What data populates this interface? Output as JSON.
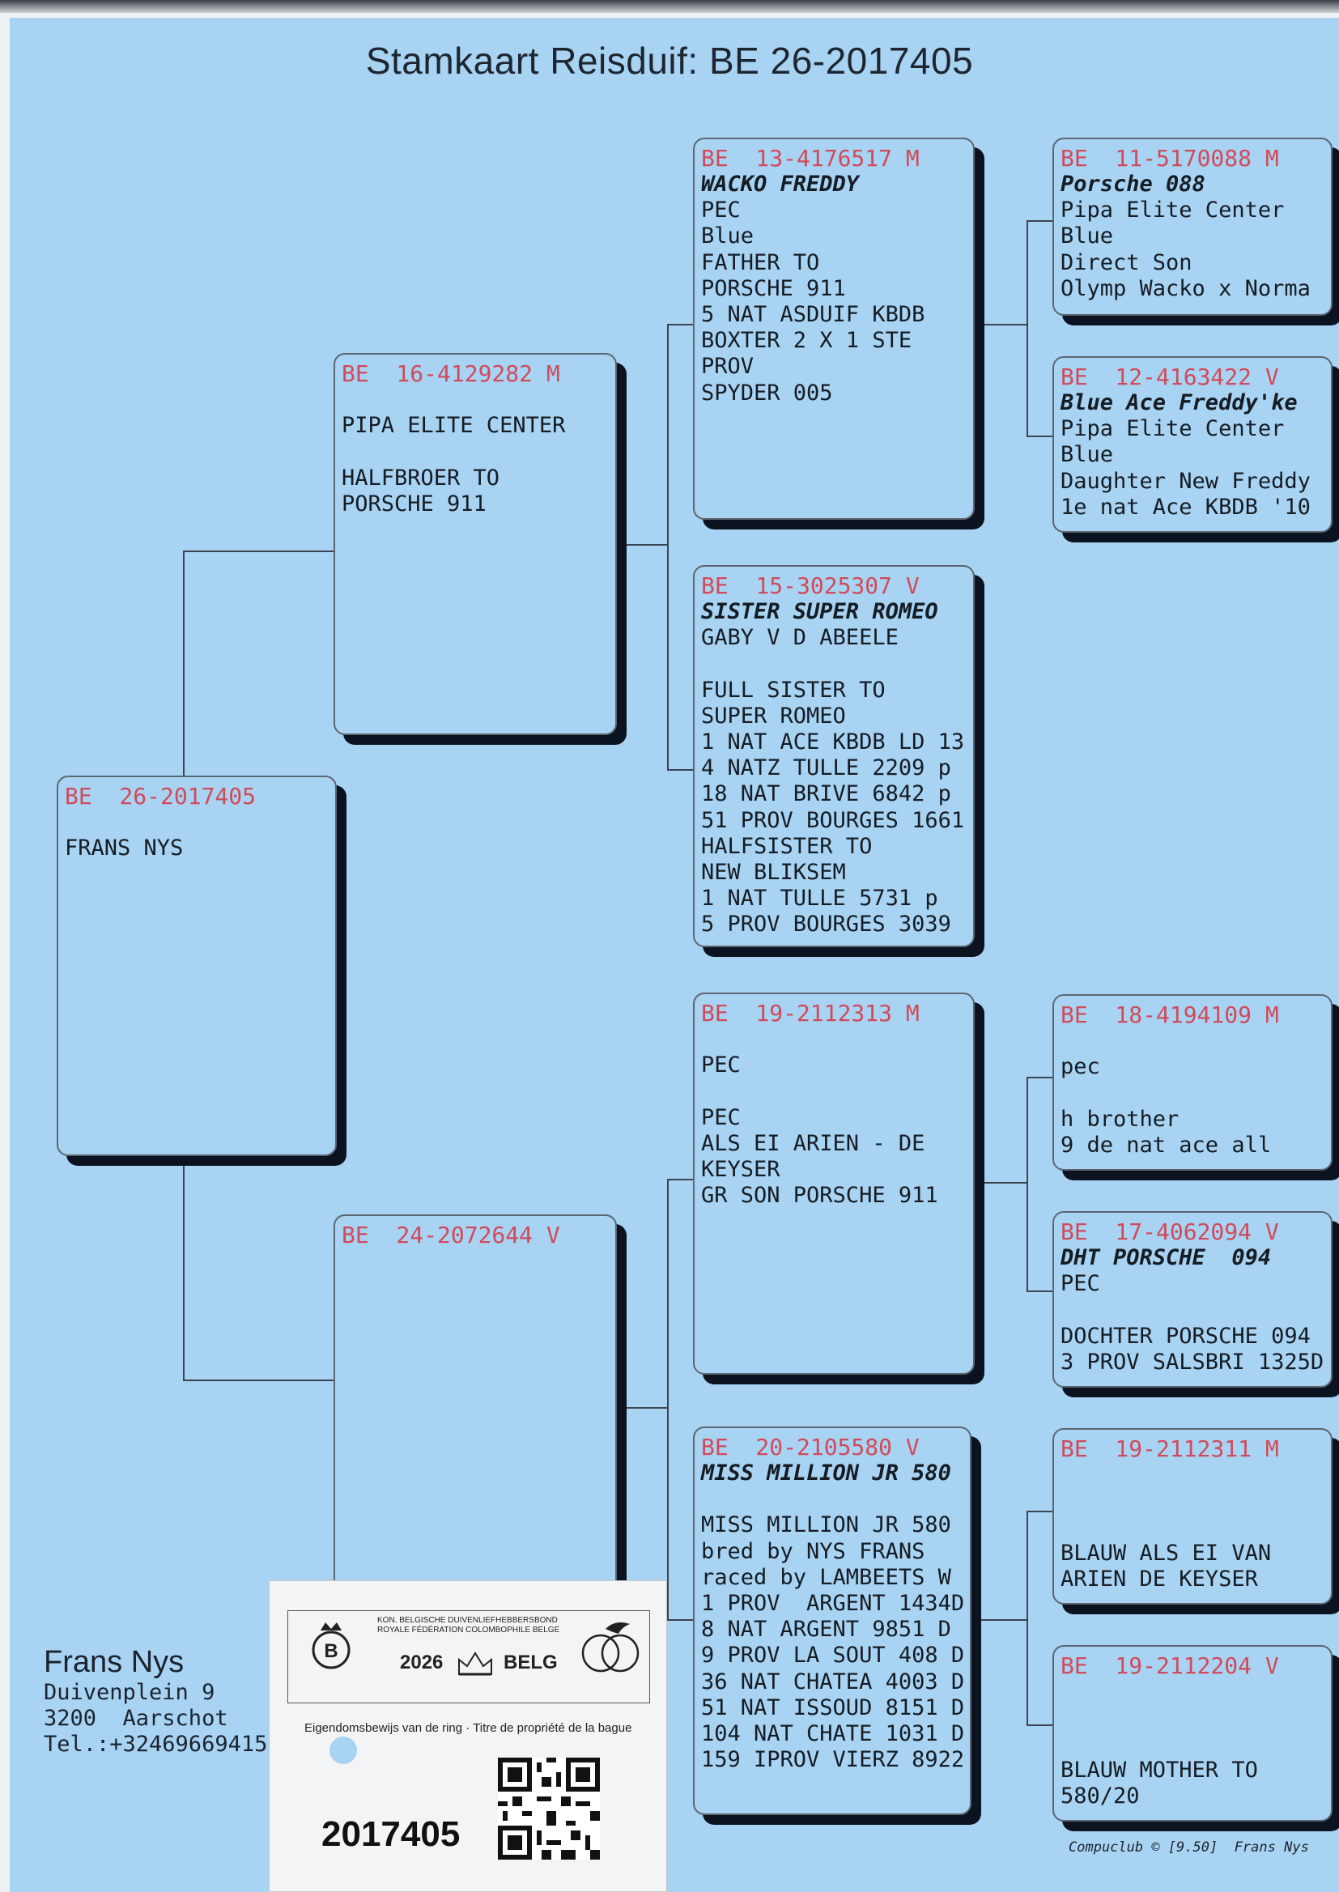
{
  "title": "Stamkaart Reisduif: BE  26-2017405",
  "boxes": {
    "subject": {
      "ring": "BE  26-2017405",
      "lines": [
        "",
        "FRANS NYS"
      ]
    },
    "sire": {
      "ring": "BE  16-4129282 M",
      "lines": [
        "",
        "PIPA ELITE CENTER",
        "",
        "HALFBROER TO",
        "PORSCHE 911"
      ]
    },
    "dam": {
      "ring": "BE  24-2072644 V",
      "lines": []
    },
    "ss": {
      "ring": "BE  13-4176517 M",
      "name": "WACKO FREDDY",
      "lines": [
        "PEC",
        "Blue",
        "FATHER TO",
        "PORSCHE 911",
        "5 NAT ASDUIF KBDB",
        "BOXTER 2 X 1 STE",
        "PROV",
        "SPYDER 005"
      ]
    },
    "sd": {
      "ring": "BE  15-3025307 V",
      "name": "SISTER SUPER ROMEO",
      "lines": [
        "GABY V D ABEELE",
        "",
        "FULL SISTER TO",
        "SUPER ROMEO",
        "1 NAT ACE KBDB LD 13",
        "4 NATZ TULLE 2209 p",
        "18 NAT BRIVE 6842 p",
        "51 PROV BOURGES 1661",
        "HALFSISTER TO",
        "NEW BLIKSEM",
        "1 NAT TULLE 5731 p",
        "5 PROV BOURGES 3039"
      ]
    },
    "ds": {
      "ring": "BE  19-2112313 M",
      "lines": [
        "",
        "PEC",
        "",
        "PEC",
        "ALS EI ARIEN - DE",
        "KEYSER",
        "GR SON PORSCHE 911"
      ]
    },
    "dd": {
      "ring": "BE  20-2105580 V",
      "name": "MISS MILLION JR 580",
      "lines": [
        "",
        "MISS MILLION JR 580",
        "bred by NYS FRANS",
        "raced by LAMBEETS W",
        "1 PROV  ARGENT 1434D",
        "8 NAT ARGENT 9851 D",
        "9 PROV LA SOUT 408 D",
        "36 NAT CHATEA 4003 D",
        "51 NAT ISSOUD 8151 D",
        "104 NAT CHATE 1031 D",
        "159 IPROV VIERZ 8922"
      ]
    },
    "sss": {
      "ring": "BE  11-5170088 M",
      "name": "Porsche 088",
      "lines": [
        "Pipa Elite Center",
        "Blue",
        "Direct Son",
        "Olymp Wacko x Norma"
      ]
    },
    "ssd": {
      "ring": "BE  12-4163422 V",
      "name": "Blue Ace Freddy'ke",
      "lines": [
        "Pipa Elite Center",
        "Blue",
        "Daughter New Freddy",
        "1e nat Ace KBDB '10"
      ]
    },
    "dss": {
      "ring": "BE  18-4194109 M",
      "lines": [
        "",
        "pec",
        "",
        "h brother",
        "9 de nat ace all"
      ]
    },
    "dsd": {
      "ring": "BE  17-4062094 V",
      "name": "DHT PORSCHE  094",
      "lines": [
        "PEC",
        "",
        "DOCHTER PORSCHE 094",
        "3 PROV SALSBRI 1325D"
      ]
    },
    "dds": {
      "ring": "BE  19-2112311 M",
      "lines": [
        "",
        "",
        "",
        "BLAUW ALS EI VAN",
        "ARIEN DE KEYSER"
      ]
    },
    "ddd": {
      "ring": "BE  19-2112204 V",
      "lines": [
        "",
        "",
        "",
        "BLAUW MOTHER TO",
        "580/20"
      ]
    }
  },
  "owner": {
    "name": "Frans Nys",
    "street": "Duivenplein 9",
    "city": "3200  Aarschot",
    "tel": "Tel.:+32469669415"
  },
  "ring_card": {
    "federation_nl": "KON. BELGISCHE DUIVENLIEFHEBBERSBOND",
    "federation_fr": "ROYALE FÉDÉRATION COLOMBOPHILE BELGE",
    "year": "2026",
    "country": "BELG",
    "property_text": "Eigendomsbewijs van de ring · Titre de propriété de la bague",
    "ring_number": "2017405"
  },
  "footer": "Compuclub © [9.50]  Frans Nys"
}
